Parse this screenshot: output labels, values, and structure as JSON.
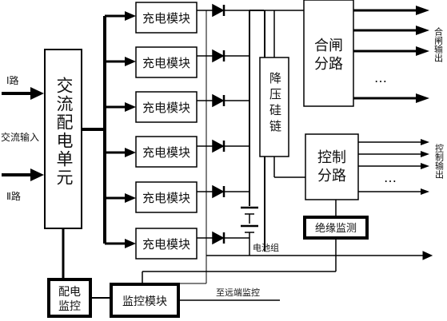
{
  "inputs": {
    "line1_label": "Ⅰ路",
    "ac_input_label": "交流输入",
    "line2_label": "Ⅱ路"
  },
  "ac_distribution_unit": {
    "label": "交流配电单元"
  },
  "charging_modules": [
    {
      "label": "充电模块"
    },
    {
      "label": "充电模块"
    },
    {
      "label": "充电模块"
    },
    {
      "label": "充电模块"
    },
    {
      "label": "充电模块"
    },
    {
      "label": "充电模块"
    }
  ],
  "step_down_diode_chain": {
    "label": "降压硅链"
  },
  "closing_branch": {
    "label_line1": "合闸",
    "label_line2": "分路",
    "output_label": "合闸输出",
    "ellipsis": "…"
  },
  "control_branch": {
    "label_line1": "控制",
    "label_line2": "分路",
    "output_label": "控制输出",
    "ellipsis": "…"
  },
  "insulation_monitor": {
    "label": "绝缘监测"
  },
  "battery_group": {
    "label": "电池组"
  },
  "distribution_monitor": {
    "label_line1": "配电",
    "label_line2": "监控"
  },
  "monitor_module": {
    "label": "监控模块"
  },
  "remote_monitor": {
    "label": "至远端监控"
  }
}
